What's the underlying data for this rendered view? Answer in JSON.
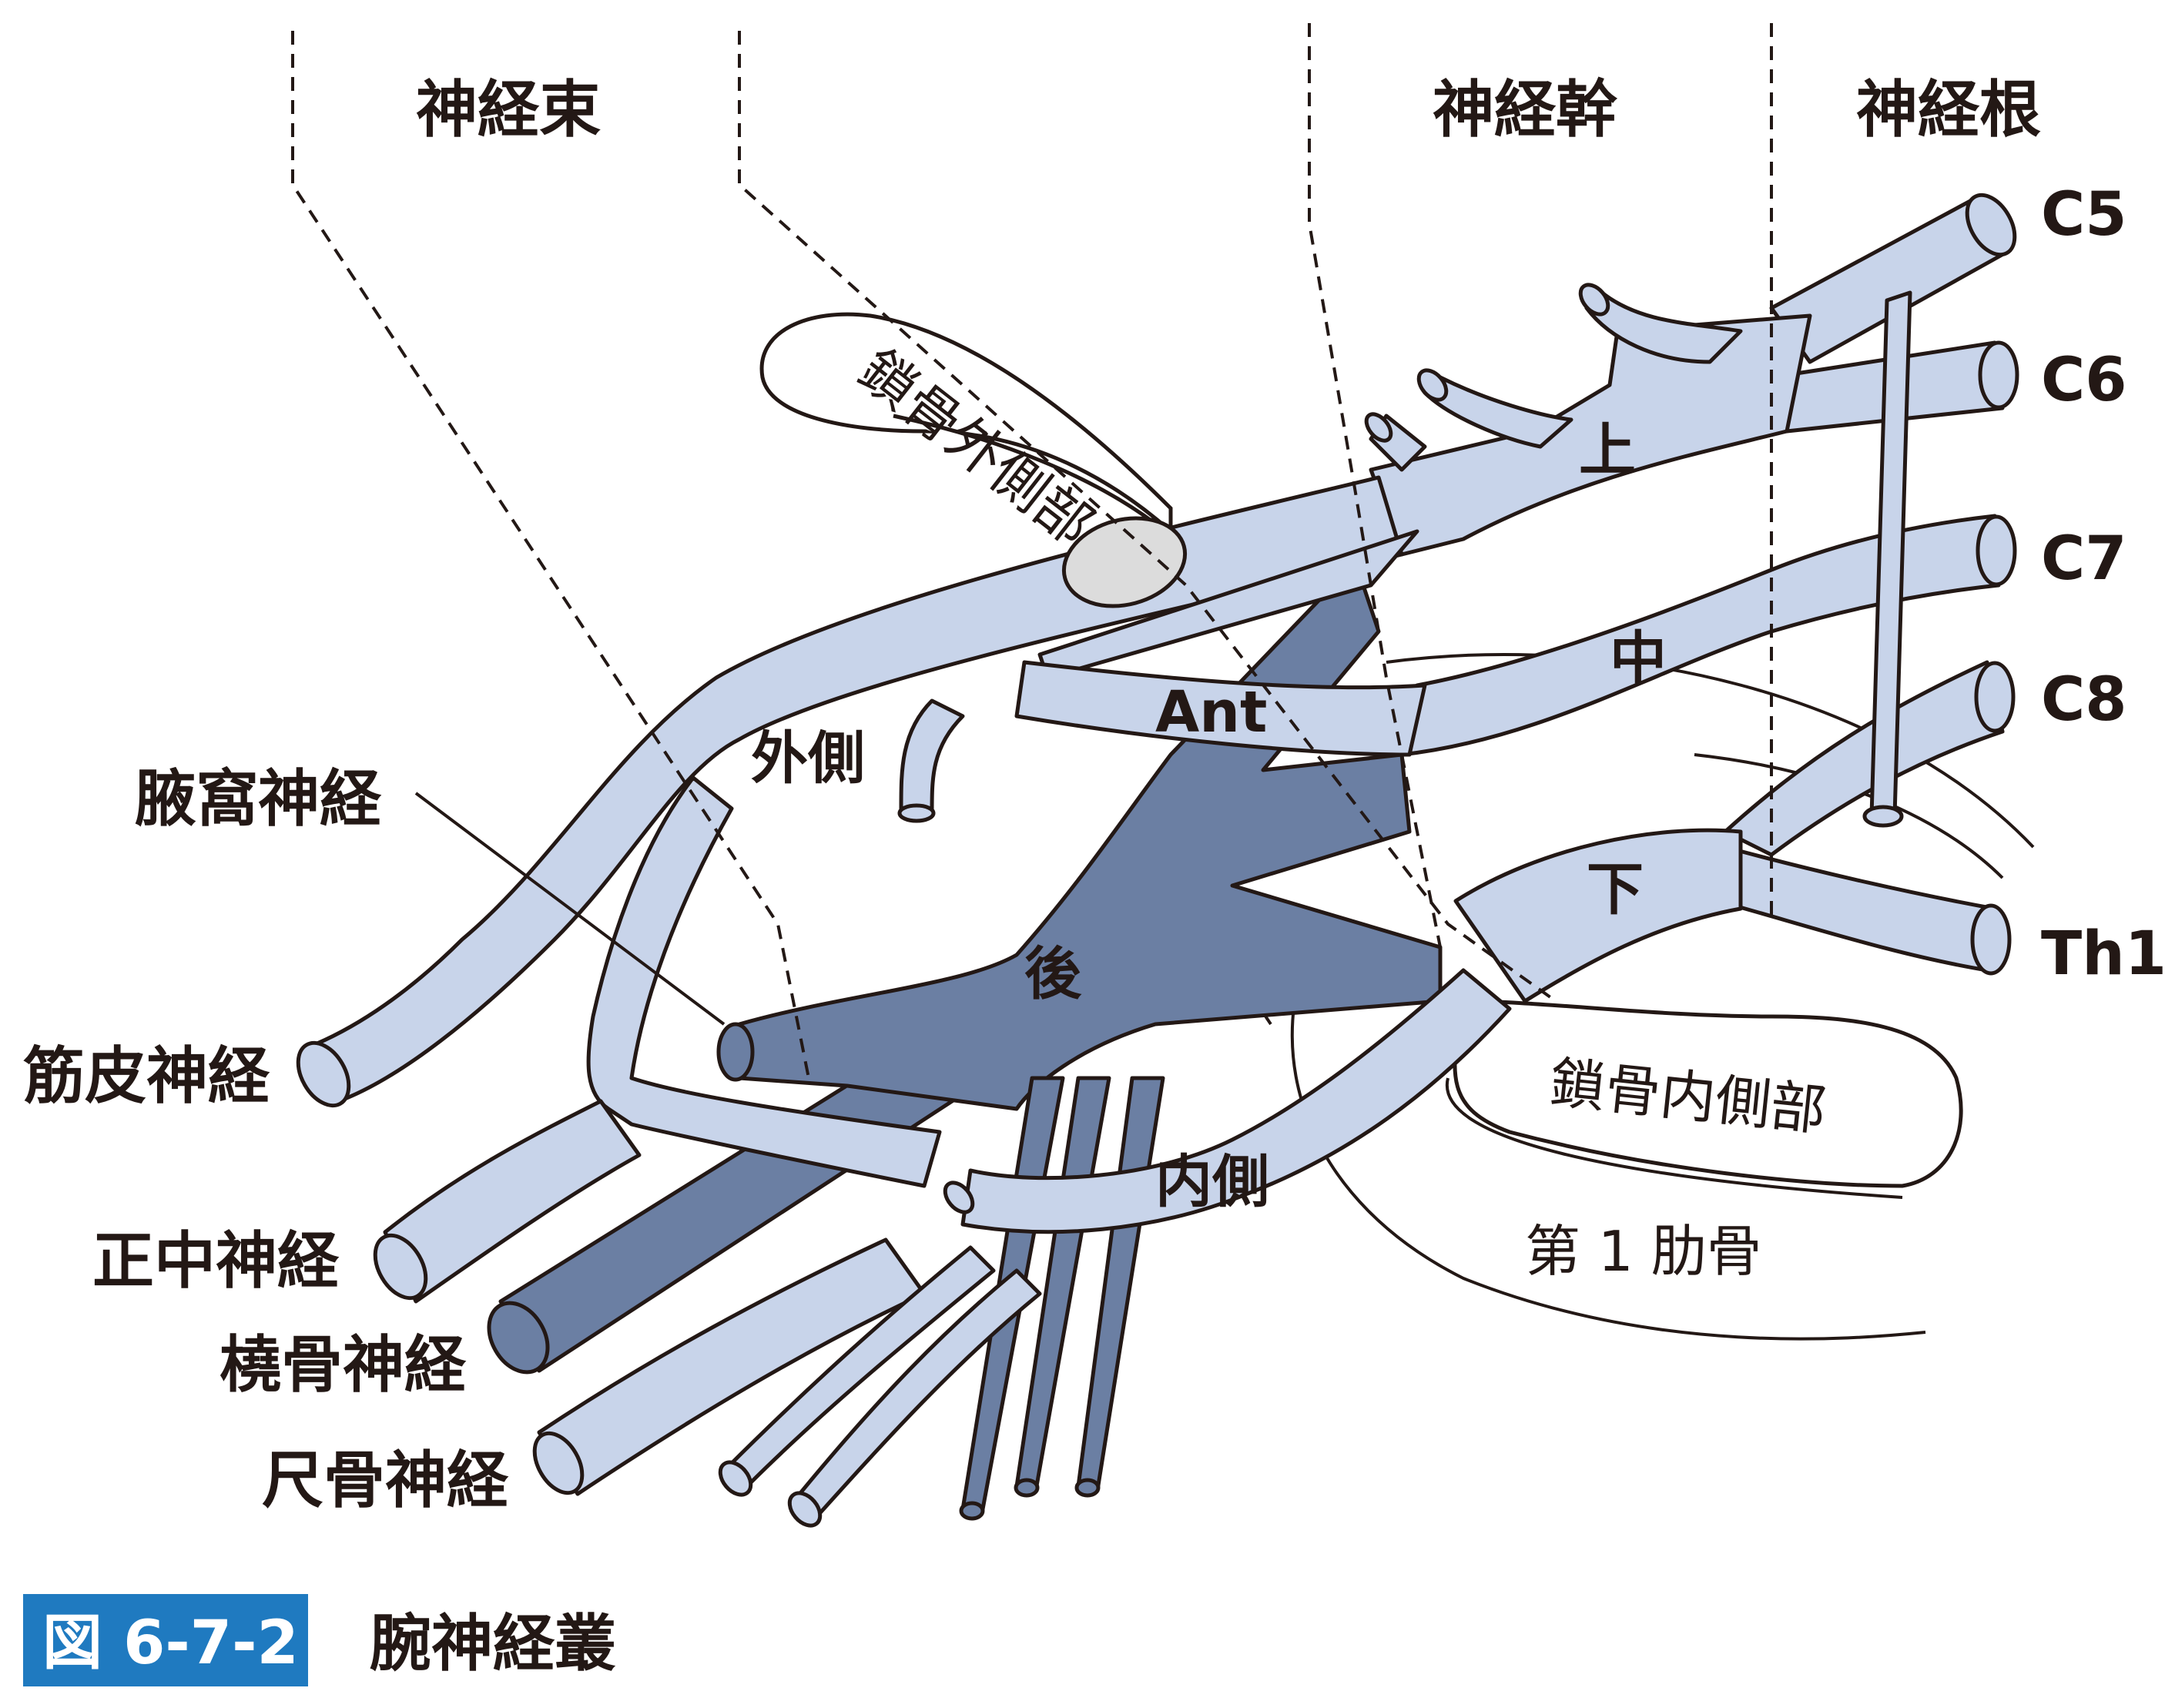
{
  "figure": {
    "caption_number": "図 6-7-2",
    "caption_title": "腕神経叢"
  },
  "section_headers": {
    "cords": "神経束",
    "trunks": "神経幹",
    "roots": "神経根"
  },
  "roots": [
    "C5",
    "C6",
    "C7",
    "C8",
    "Th1"
  ],
  "trunks": {
    "upper": "上",
    "middle": "中",
    "lower": "下"
  },
  "divisions": {
    "anterior": "Ant"
  },
  "cords": {
    "lateral": "外側",
    "posterior": "後",
    "medial": "内側"
  },
  "nerves": {
    "axillary": "腋窩神経",
    "musculocutaneous": "筋皮神経",
    "median": "正中神経",
    "radial": "橈骨神経",
    "ulnar": "尺骨神経"
  },
  "landmarks": {
    "clavicle_lateral": "鎖骨外側部",
    "clavicle_medial": "鎖骨内側部",
    "first_rib": "第 1 肋骨"
  },
  "colors": {
    "nerve_light": "#c8d4ea",
    "nerve_dark": "#6b7fa3",
    "caption_badge": "#1f7ac0",
    "outline": "#231815"
  }
}
